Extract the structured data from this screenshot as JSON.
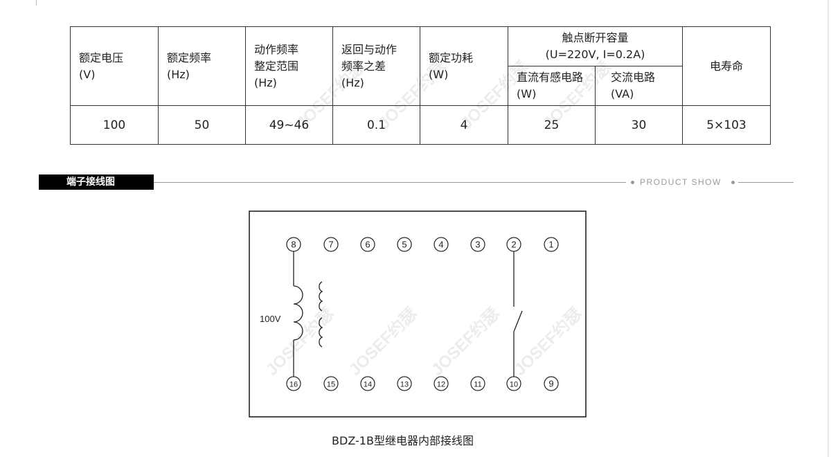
{
  "spec_table": {
    "headers": {
      "rated_voltage": [
        "额定电压",
        "(V)"
      ],
      "rated_frequency": [
        "额定频率",
        "(Hz)"
      ],
      "action_freq_range": [
        "动作频率",
        "整定范围",
        "(Hz)"
      ],
      "return_diff": [
        "返回与动作",
        "频率之差",
        "(Hz)"
      ],
      "rated_power": [
        "额定功耗",
        "(W)"
      ],
      "contact_capacity": [
        "触点断开容量",
        "(U=220V, I=0.2A)"
      ],
      "dc_inductive": [
        "直流有感电路",
        "(W)"
      ],
      "ac_circuit": [
        "交流电路",
        "(VA)"
      ],
      "electrical_life": "电寿命"
    },
    "values": [
      "100",
      "50",
      "49~46",
      "0.1",
      "4",
      "25",
      "30",
      "5×103"
    ]
  },
  "section": {
    "title": "端子接线图",
    "subtitle": "PRODUCT SHOW"
  },
  "diagram": {
    "top_terminals": [
      "8",
      "7",
      "6",
      "5",
      "4",
      "3",
      "2",
      "1"
    ],
    "bottom_terminals": [
      "16",
      "15",
      "14",
      "13",
      "12",
      "11",
      "10",
      "9"
    ],
    "coil_label": "100V",
    "caption": "BDZ-1B型继电器内部接线图"
  },
  "watermark": "JOSEF约瑟"
}
